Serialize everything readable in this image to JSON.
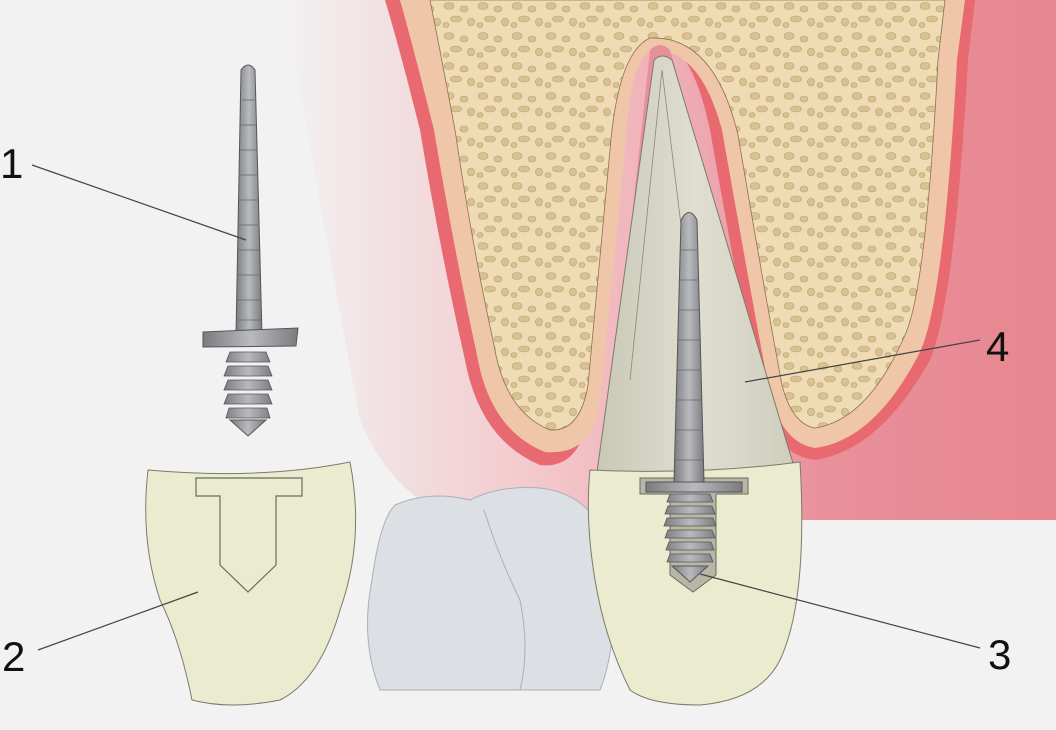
{
  "labels": {
    "one": "1",
    "two": "2",
    "three": "3",
    "four": "4"
  },
  "colors": {
    "background": "#f2f2f2",
    "gum": "#e8909a",
    "gum_light": "#f4c6c6",
    "bone_cortex": "#efc6a8",
    "bone_spongy": "#efdcb4",
    "bone_pores": "#d9c192",
    "root": "#d6d4c4",
    "crown": "#ebebcf",
    "adjacent_tooth": "#dcdfe3",
    "metal": "#8e8f93",
    "metal_light": "#b5b6ba"
  }
}
